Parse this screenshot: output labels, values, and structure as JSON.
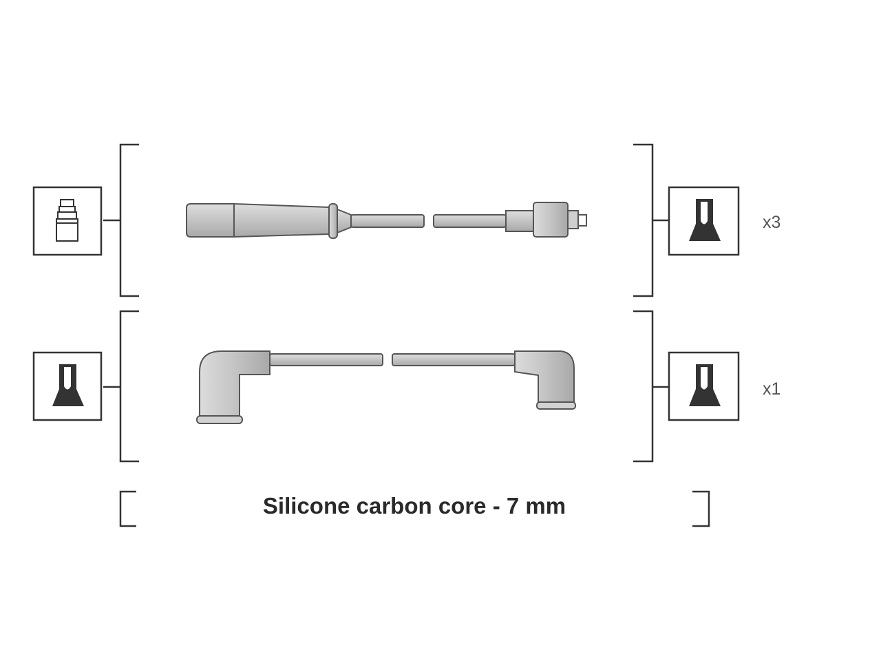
{
  "rows": [
    {
      "quantity": "x3",
      "left_terminal_icon": "spark-plug-terminal-icon",
      "right_terminal_icon": "coil-terminal-icon"
    },
    {
      "quantity": "x1",
      "left_terminal_icon": "coil-terminal-icon",
      "right_terminal_icon": "coil-terminal-icon"
    }
  ],
  "spec_label": "Silicone carbon core - 7 mm",
  "colors": {
    "line": "#333333",
    "lead_fill": "#c8c8c8",
    "lead_stroke": "#555555",
    "terminal": "#333333"
  }
}
